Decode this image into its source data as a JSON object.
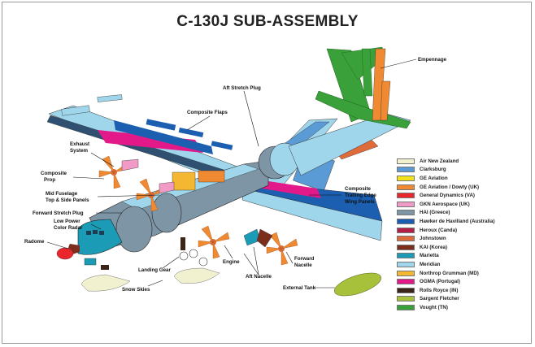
{
  "title": "C-130J SUB-ASSEMBLY",
  "callouts": {
    "empennage": "Empennage",
    "aft_stretch_plug": "Aft Stretch Plug",
    "composite_flaps": "Composite Flaps",
    "exhaust_system": [
      "Exhaust",
      "System"
    ],
    "composite_prop": [
      "Composite",
      "Prop"
    ],
    "mid_fuselage": [
      "Mid Fuselage",
      "Top & Side Panels"
    ],
    "forward_stretch_plug": "Forward Stretch Plug",
    "low_power_radar": [
      "Low Power",
      "Color Radar"
    ],
    "radome": "Radome",
    "landing_gear": "Landing Gear",
    "snow_skies": "Snow Skies",
    "engine": "Engine",
    "aft_nacelle": "Aft Nacelle",
    "forward_nacelle": [
      "Forward",
      "Nacelle"
    ],
    "composite_trailing_edge": [
      "Composite",
      "Trailing Edge",
      "Wing Panels"
    ],
    "external_tank": "External Tank"
  },
  "legend": [
    {
      "label": "Air New Zealand",
      "color": "#f1f1cf"
    },
    {
      "label": "Clarksburg",
      "color": "#5b9bd5"
    },
    {
      "label": "GE Aviation",
      "color": "#f2e21a"
    },
    {
      "label": "GE Aviation / Dowty (UK)",
      "color": "#f08a32"
    },
    {
      "label": "General Dynamics (VA)",
      "color": "#e8262b"
    },
    {
      "label": "GKN Aerospace (UK)",
      "color": "#f19ac6"
    },
    {
      "label": "HAI (Greece)",
      "color": "#7e95a5"
    },
    {
      "label": "Hawker de Havilland (Australia)",
      "color": "#1c5fb0"
    },
    {
      "label": "Heroux (Canda)",
      "color": "#b31f46"
    },
    {
      "label": "Johnstown",
      "color": "#e06b3a"
    },
    {
      "label": "KAI (Korea)",
      "color": "#7a2e1b"
    },
    {
      "label": "Marietta",
      "color": "#1b9bb5"
    },
    {
      "label": "Meridian",
      "color": "#9fd6ec"
    },
    {
      "label": "Northrop Grumman (MD)",
      "color": "#f4b731"
    },
    {
      "label": "OGMA (Portugal)",
      "color": "#e3198a"
    },
    {
      "label": "Rolls Royce (IN)",
      "color": "#3b2418"
    },
    {
      "label": "Sargent Fletcher",
      "color": "#a8c13a"
    },
    {
      "label": "Vought (TN)",
      "color": "#3aa03a"
    }
  ]
}
